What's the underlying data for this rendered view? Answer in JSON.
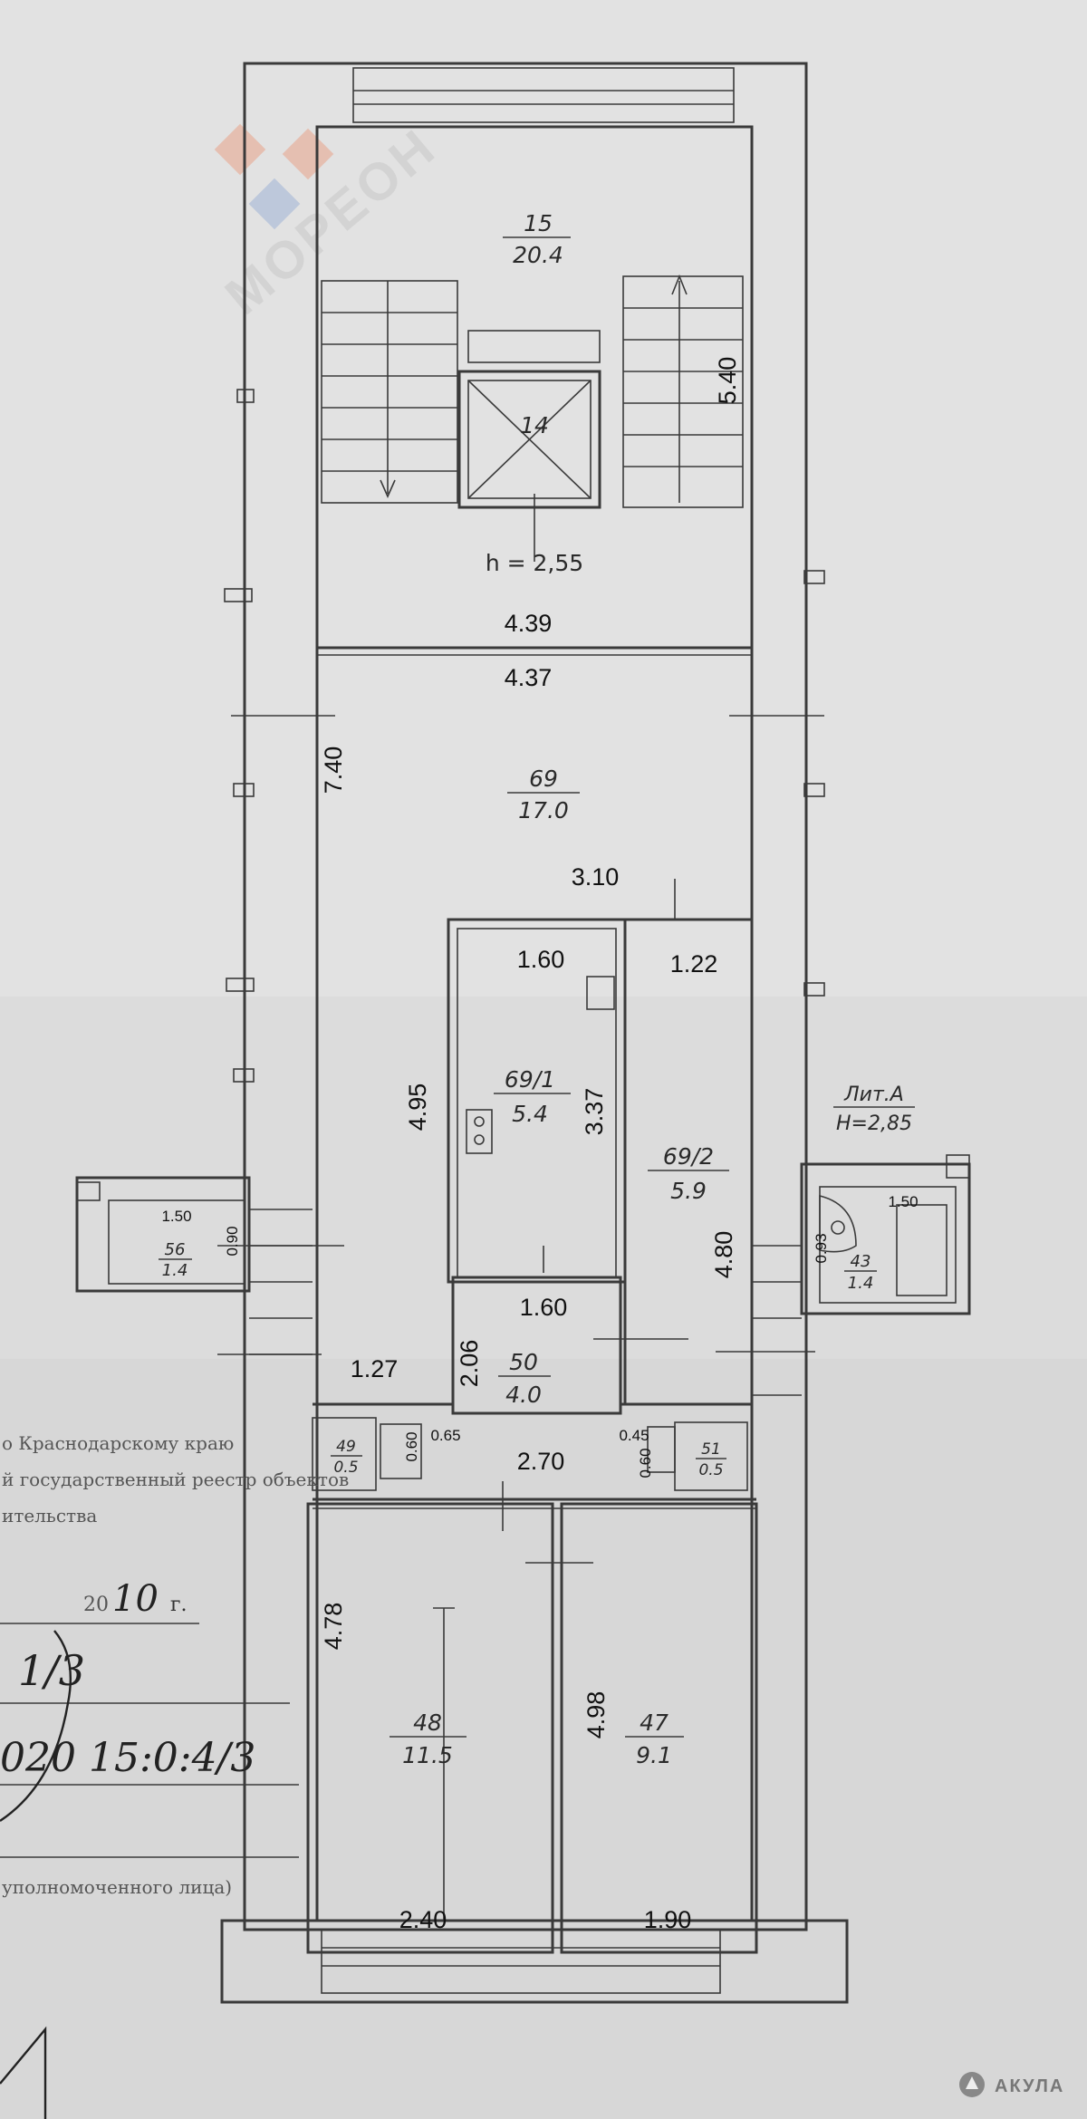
{
  "watermark_brand": "МОРЕОН",
  "footer_brand": "АКУЛА",
  "lit": {
    "name": "Лит.А",
    "height": "H=2,85"
  },
  "ceiling_height": "h = 2,55",
  "rooms": [
    {
      "id": "15",
      "area": "20.4"
    },
    {
      "id": "14",
      "area": ""
    },
    {
      "id": "69",
      "area": "17.0"
    },
    {
      "id": "69/1",
      "area": "5.4"
    },
    {
      "id": "69/2",
      "area": "5.9"
    },
    {
      "id": "50",
      "area": "4.0"
    },
    {
      "id": "56",
      "area": "1.4"
    },
    {
      "id": "43",
      "area": "1.4"
    },
    {
      "id": "49",
      "area": "0.5"
    },
    {
      "id": "51",
      "area": "0.5"
    },
    {
      "id": "48",
      "area": "11.5"
    },
    {
      "id": "47",
      "area": "9.1"
    }
  ],
  "dimensions": {
    "d540": "5.40",
    "d439": "4.39",
    "d437": "4.37",
    "d740": "7.40",
    "d310": "3.10",
    "d160a": "1.60",
    "d122": "1.22",
    "d495": "4.95",
    "d337": "3.37",
    "d150a": "1.50",
    "d090": "0.90",
    "d150b": "1.50",
    "d093": "0.93",
    "d480": "4.80",
    "d160b": "1.60",
    "d206": "2.06",
    "d127": "1.27",
    "d065": "0.65",
    "d060a": "0.60",
    "d045": "0.45",
    "d060b": "0.60",
    "d270": "2.70",
    "d478": "4.78",
    "d498": "4.98",
    "d240": "2.40",
    "d190": "1.90"
  },
  "stamp": {
    "line1": "о Краснодарскому краю",
    "line2": "й государственный реестр объектов",
    "line3": "ительства",
    "year_prefix": "20",
    "year_value": "10",
    "year_suffix": "г.",
    "num1": "1/3",
    "num2": "020 15:0:4/3",
    "bottom": "уполномоченного лица)"
  }
}
